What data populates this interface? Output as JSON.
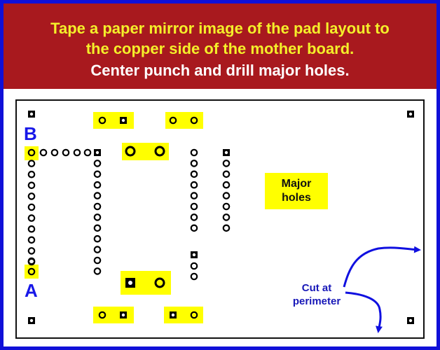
{
  "title": {
    "line1": "Tape a paper mirror image of the pad layout to",
    "line2": "the copper side of the mother board.",
    "line3": "Center punch and drill major holes."
  },
  "labels": {
    "b": "B",
    "a": "A",
    "major_holes": "Major holes",
    "cut_at_perimeter": "Cut at perimeter"
  },
  "colors": {
    "frame": "#1010d8",
    "banner": "#a8191e",
    "title_yellow": "#f4ef2a",
    "highlight": "#ffff00",
    "arrow": "#1010e0"
  }
}
